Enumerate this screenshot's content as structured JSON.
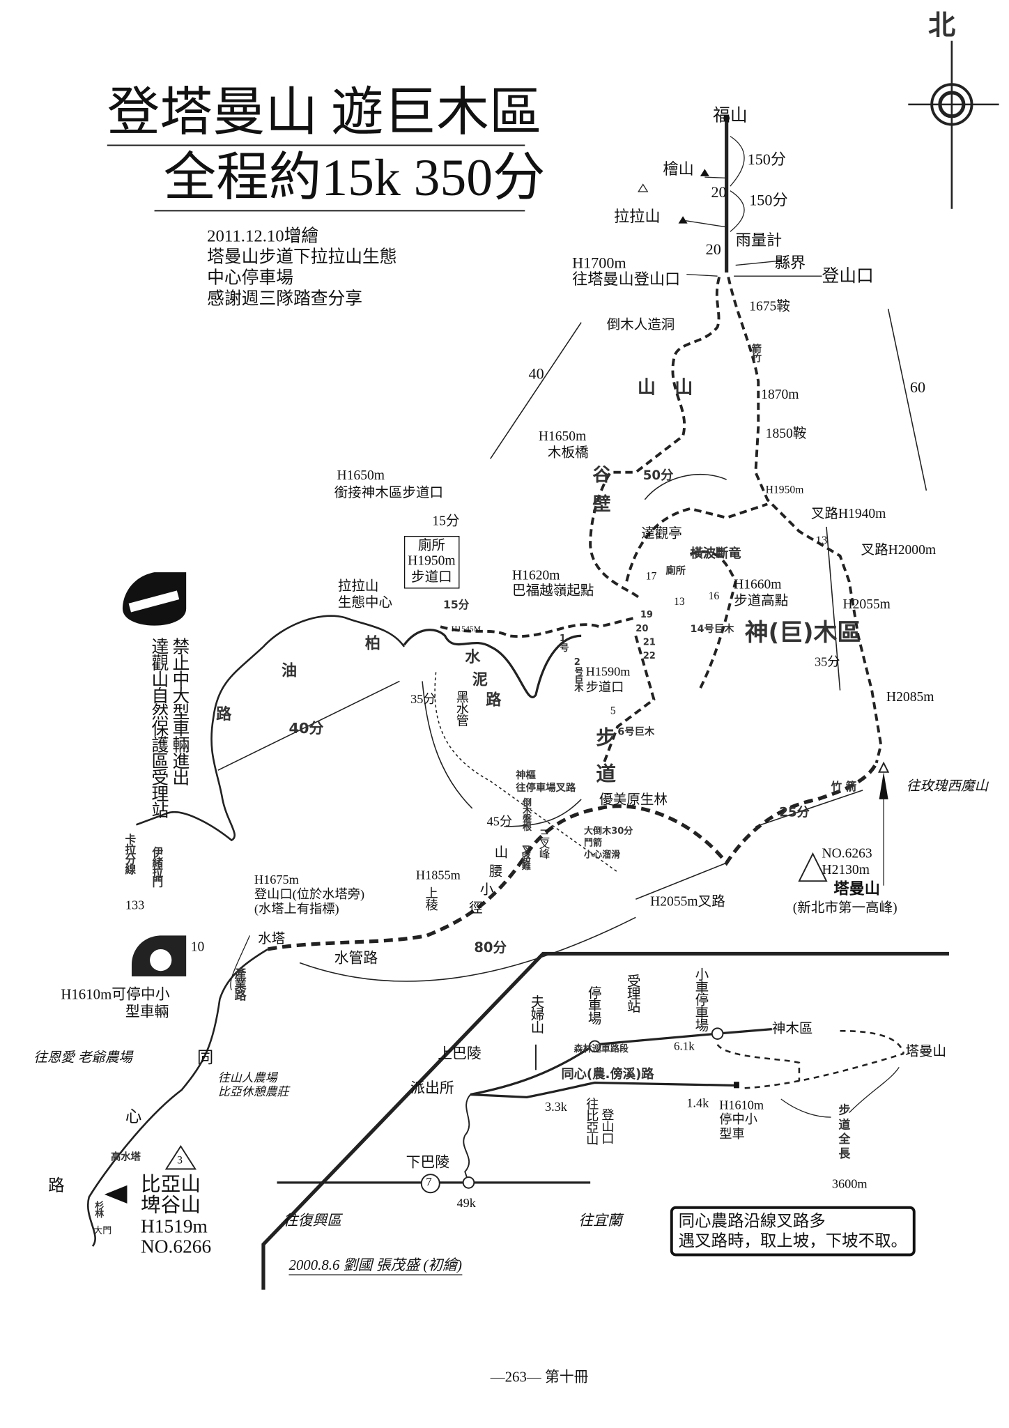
{
  "title": {
    "line1": "登塔曼山 遊巨木區",
    "line2": "全程約15k 350分"
  },
  "update_note": [
    "2011.12.10增繪",
    "塔曼山步道下拉拉山生態",
    "中心停車場",
    "感謝週三隊踏查分享"
  ],
  "compass": {
    "north": "北"
  },
  "north_section": {
    "fushan": "福山",
    "guishan": "檜山",
    "lalashan": "拉拉山",
    "time1": "150分",
    "time2": "150分",
    "min20a": "20",
    "min20b": "20",
    "rain_gauge": "雨量計",
    "county_border": "縣界",
    "trailhead": "登山口",
    "h1700": "H1700m",
    "to_taman_trailhead": "往塔曼山登山口",
    "saddle1675": "1675鞍",
    "fallen_tree_cave": "倒木人造洞",
    "shan_shan": "山 山",
    "arrow40": "40",
    "arrow60": "60",
    "h1870": "1870m",
    "saddle1850": "1850鞍",
    "bamboo": "箭竹"
  },
  "tree_area": {
    "h1650_bridge": "H1650m",
    "wood_bridge": "木板橋",
    "h1650_connect": "H1650m",
    "connect_trail": "銜接神木區步道口",
    "min15a": "15分",
    "toilet_box": [
      "廁所",
      "H1950m",
      "步道口"
    ],
    "min50": "50分",
    "h1950": "H1950m",
    "fork1940": "叉路H1940m",
    "fork2000": "叉路H2000m",
    "n13a": "13",
    "valley_wall": "谷壁",
    "daguan_pavilion": "達觀亭",
    "hengbo": "橫波斷竜",
    "h1620": "H1620m",
    "bafu_start": "巴福越嶺起點",
    "lala_center": [
      "拉拉山",
      "生態中心"
    ],
    "min15b": "15分",
    "h1545": "H1545M",
    "h1660": "H1660m",
    "trail_high": "步道高點",
    "giant_tree_area": "神(巨)木區",
    "min35a": "35分",
    "h2055": "H2055m",
    "h2085": "H2085m",
    "toilet": "廁所",
    "n17": "17",
    "n16": "16",
    "n13b": "13",
    "n14": "14号巨木",
    "n19": "19",
    "n20": "20",
    "n21": "21",
    "n22": "22",
    "n1": "1号",
    "n2": "2号巨木",
    "n5": "5",
    "n6": "6号巨木",
    "h1590": "H1590m",
    "trail_entrance": "步道口",
    "trail_word": "步道"
  },
  "roads": {
    "oil_road": [
      "柏",
      "油",
      "路"
    ],
    "min40": "40分",
    "cement_road": [
      "水",
      "泥",
      "路"
    ],
    "min35b": "35分",
    "black_pipe": "黑水管",
    "min45": "45分",
    "fork_note": [
      "神樞",
      "往停車場叉路"
    ],
    "fallen_tree_note": "倒木盤根",
    "virgin_forest": "優美原生林",
    "sancha": "三叉峰",
    "fork_note2": "叉路難",
    "fallen_note2": [
      "大倒木30分",
      "鬥箭",
      "小心溜滑"
    ],
    "fork2055": "H2055m叉路",
    "taman_no": "NO.6263",
    "taman_h": "H2130m",
    "taman": "塔曼山",
    "taman_note": "(新北市第一高峰)",
    "to_meigui": "往玫瑰西魔山",
    "min25": "25分",
    "bamboo2": "竹 箭",
    "hillside": [
      "山",
      "腰",
      "小",
      "徑"
    ]
  },
  "sign": {
    "col1": "禁止中大型車輛進出",
    "col2": "達觀山自然保護區受理站",
    "kala": "卡拉分線",
    "n133": "133",
    "gate": "伊緒拉門"
  },
  "south_section": {
    "h1675": "H1675m",
    "trailhead_tower": "登山口(位於水塔旁)",
    "tower_sign": "(水塔上有指標)",
    "h1855": "H1855m",
    "ridge": "上稜",
    "water_tower": "水塔",
    "n10": "10",
    "pipe_road": "水管路",
    "min80": "80分",
    "parking": [
      "H1610m可停中小",
      "型車輛"
    ],
    "to_enai": "往恩愛 老爺農場",
    "tong": "同",
    "xin": "心",
    "lu": "路",
    "to_farms": [
      "往山人農場",
      "比亞休憩農莊"
    ],
    "industrial_road": "產業路",
    "high_tower": "高水塔",
    "peak_no": "3",
    "biya": [
      "比亞山",
      "埤谷山",
      "H1519m",
      "NO.6266"
    ],
    "cedar": "杉林",
    "gate": "大門"
  },
  "inset": {
    "upper_baling": "上巴陵",
    "fufu_shan": "夫婦山",
    "parking": "停車場",
    "station": "受理站",
    "small_parking": "小車停車場",
    "shenmu": "神木區",
    "taman": "塔曼山",
    "police": "派出所",
    "d33": "3.3k",
    "d14": "1.4k",
    "h1610": "H1610m",
    "small_car": [
      "停中小",
      "型車"
    ],
    "to_biya": "往比亞山",
    "trailhead": "登山口",
    "tongxin_road": "同心(農.傍溪)路",
    "forest_road": "森林巡車路段",
    "d61": "6.1k",
    "lower_baling": "下巴陵",
    "route": "7",
    "km49": "49k",
    "to_fuxing": "往復興區",
    "to_yilan": "往宜蘭",
    "trail_total": "步道全長",
    "d3600": "3600m",
    "note": [
      "同心農路沿線叉路多",
      "遇叉路時，取上坡，下坡不取。"
    ],
    "credit": "2000.8.6 劉國 張茂盛 (初繪)"
  },
  "footer": {
    "page": "—263—  第十冊"
  }
}
